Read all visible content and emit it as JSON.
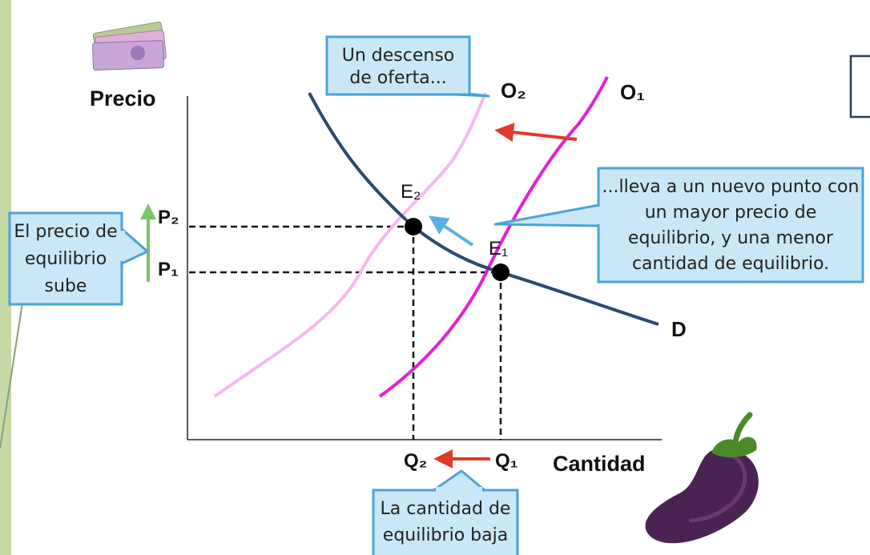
{
  "axes": {
    "y_label": "Precio",
    "x_label": "Cantidad"
  },
  "curves": {
    "supply_new": "O₂",
    "supply_old": "O₁",
    "demand": "D"
  },
  "points": {
    "e2": "E₂",
    "e1": "E₁"
  },
  "ticks": {
    "p2": "P₂",
    "p1": "P₁",
    "q2": "Q₂",
    "q1": "Q₁"
  },
  "callouts": {
    "supply_drop": [
      "Un descenso",
      "de oferta..."
    ],
    "new_point": [
      "...lleva a un nuevo punto con",
      "un mayor precio de",
      "equilibrio, y una menor",
      "cantidad de equilibrio."
    ],
    "price_rises": [
      "El precio de",
      "equilibrio",
      "sube"
    ],
    "quantity_falls": [
      "La cantidad de",
      "equilibrio baja"
    ]
  },
  "colors": {
    "demand": "#2b4a6f",
    "supply_old": "#e020d8",
    "supply_new": "#f4b8ee",
    "shift_arrow": "#e03a2a",
    "price_arrow": "#7cc36a",
    "callout_fill": "#c9e7f7",
    "callout_stroke": "#4aa3d9",
    "left_edge": "#c4d9a4"
  },
  "icons": {
    "top_left": "euro-banknotes-icon",
    "bottom_right": "eggplant-icon"
  }
}
